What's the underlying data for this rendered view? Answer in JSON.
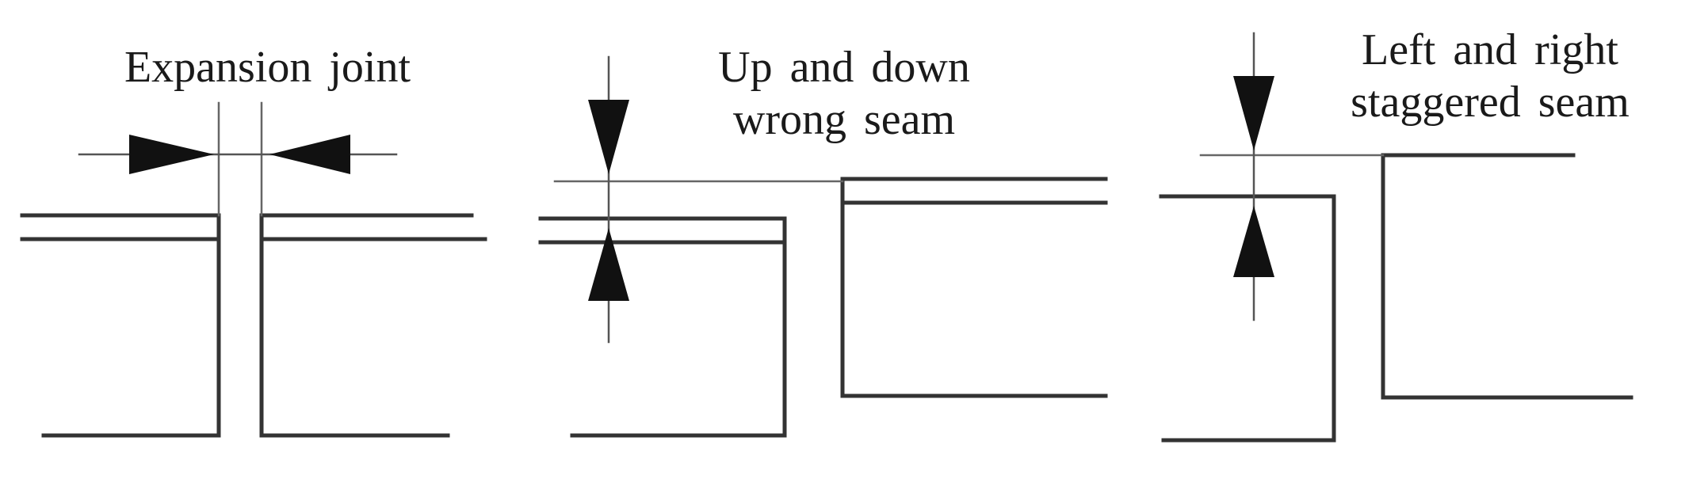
{
  "panels": [
    {
      "id": "expansion",
      "label": "Expansion joint"
    },
    {
      "id": "updown",
      "label": "Up and down\nwrong seam"
    },
    {
      "id": "leftright",
      "label": "Left and right\nstaggered seam"
    }
  ],
  "colors": {
    "line": "#333333",
    "arrow": "#111111",
    "background": "#ffffff"
  }
}
